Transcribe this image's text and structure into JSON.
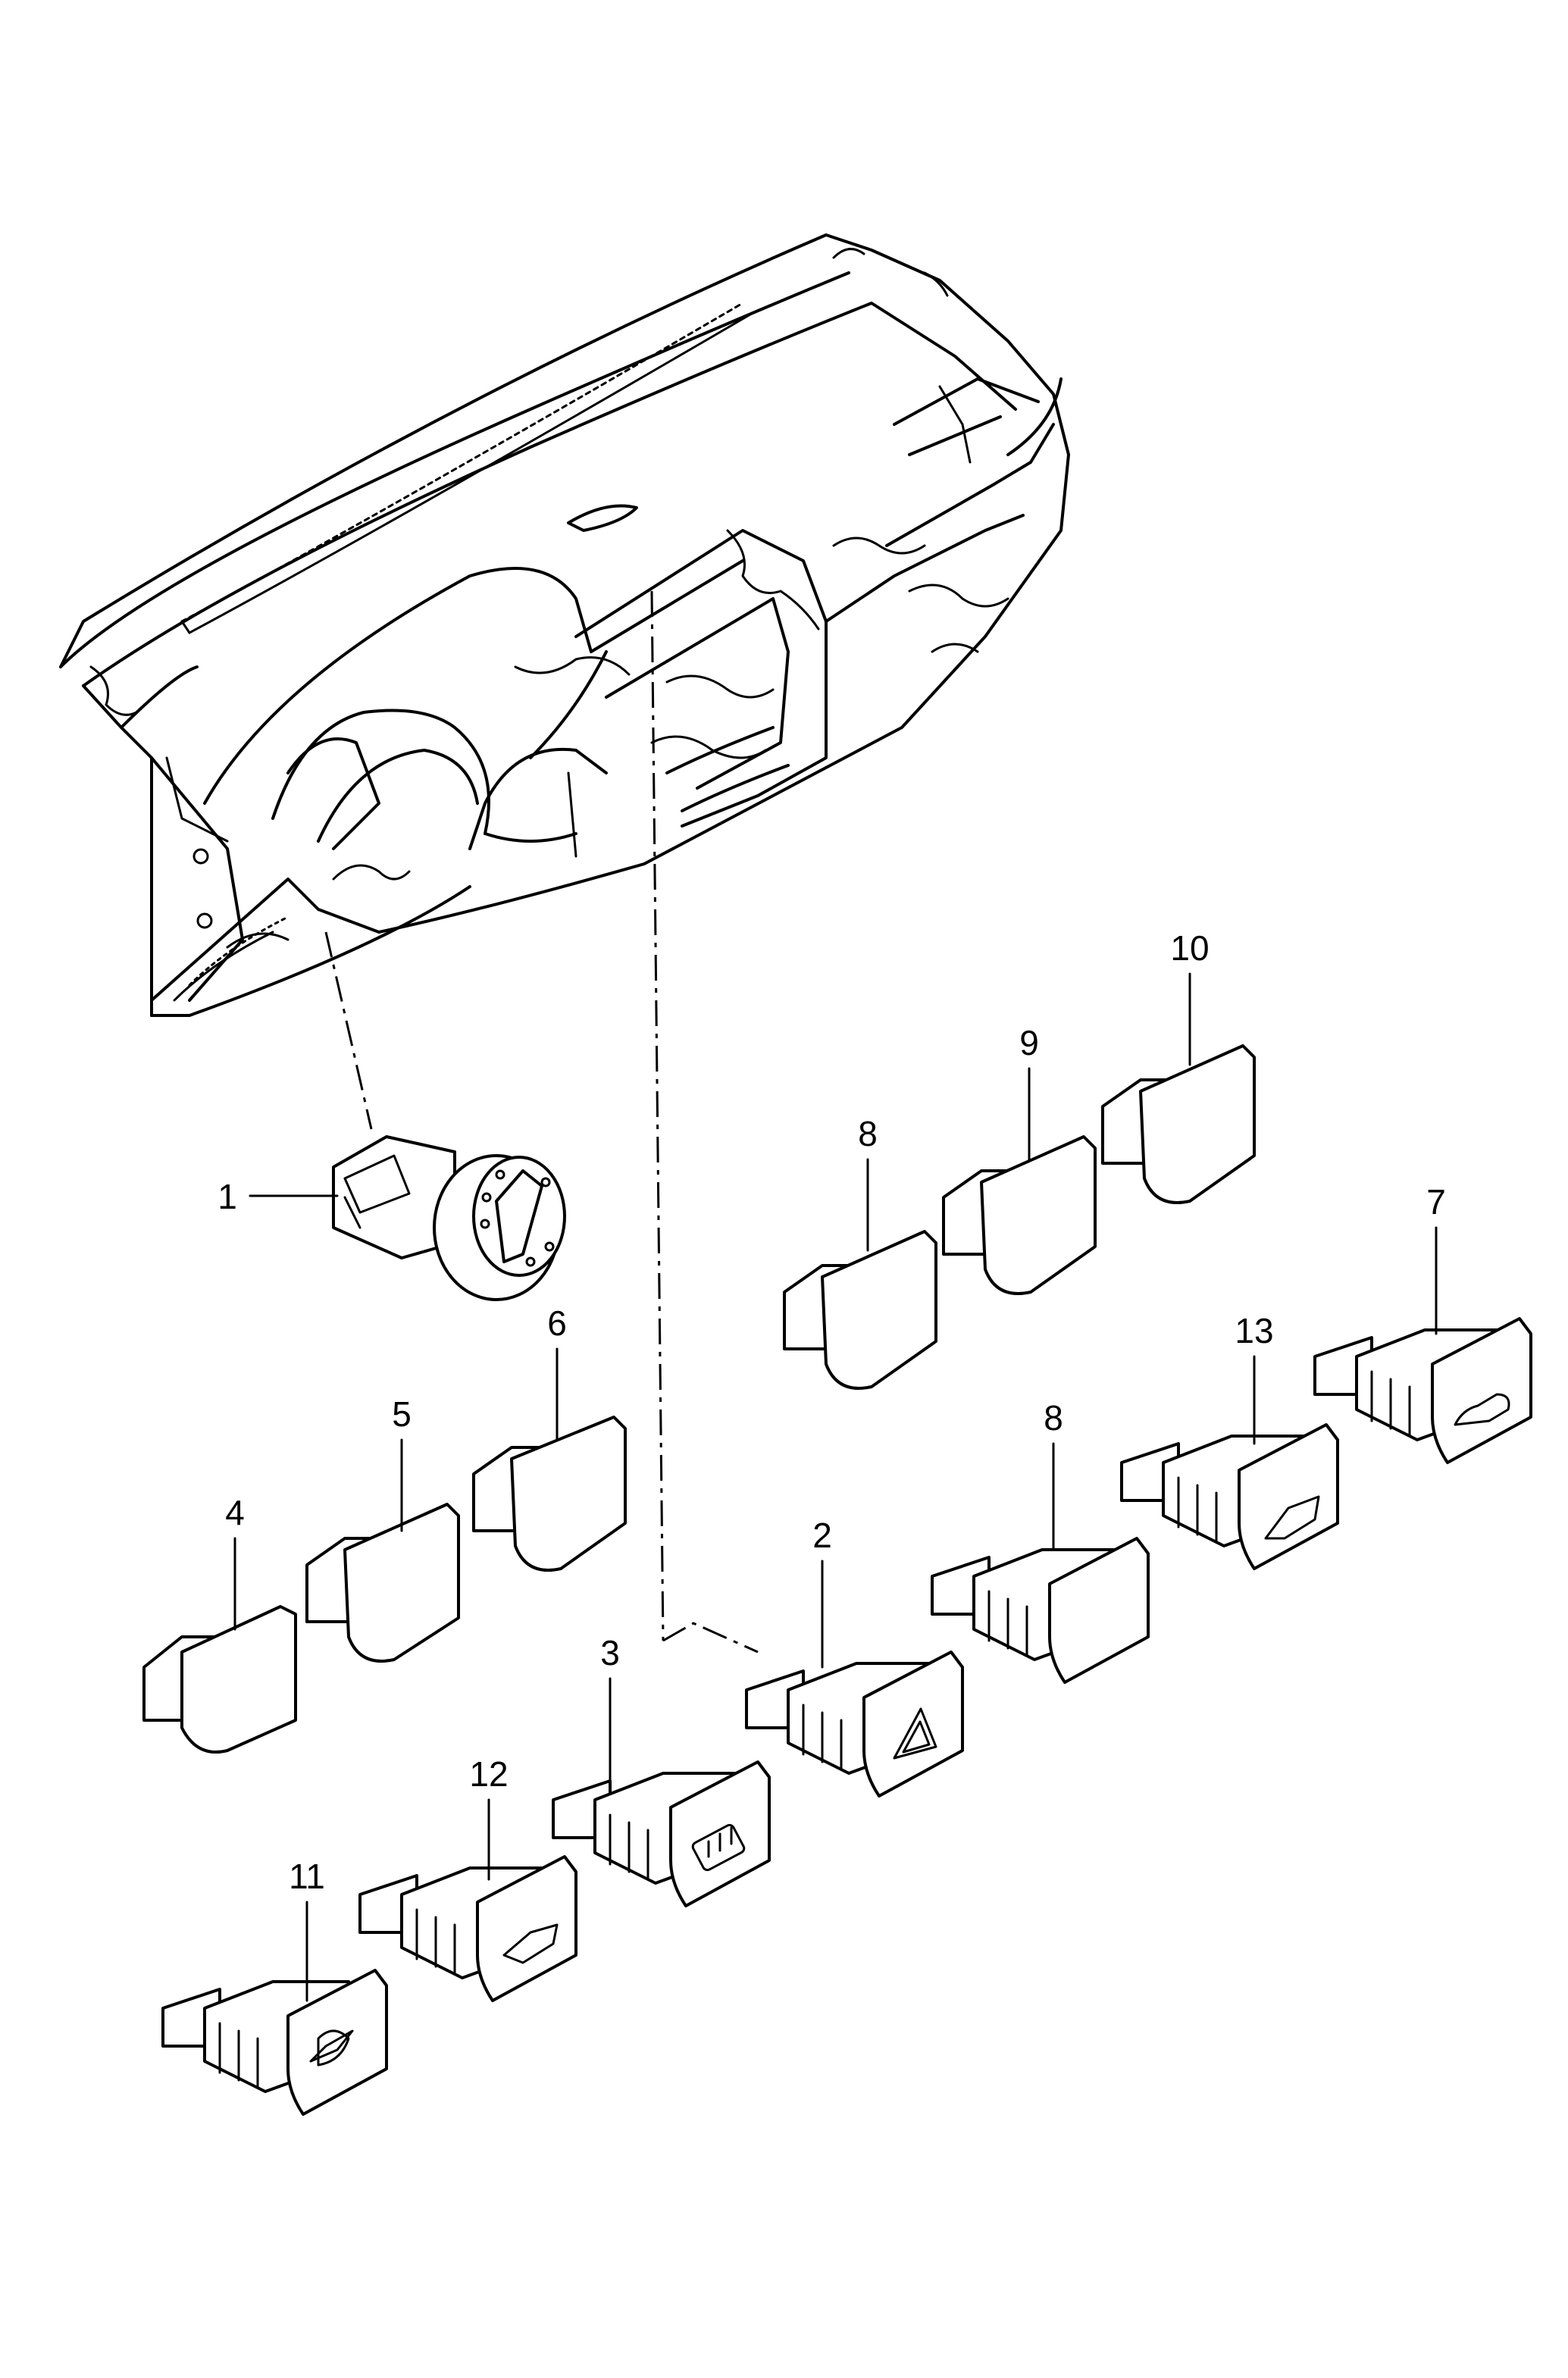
{
  "callouts": {
    "c1": "1",
    "c2": "2",
    "c3": "3",
    "c4": "4",
    "c5": "5",
    "c6": "6",
    "c7": "7",
    "c8a": "8",
    "c8b": "8",
    "c9": "9",
    "c10": "10",
    "c11": "11",
    "c12": "12",
    "c13": "13"
  },
  "icons": {
    "part1": "light-switch-icon",
    "part2": "hazard-warning-icon",
    "part3": "rear-window-defrost-icon",
    "part7": "car-rear-lid-icon",
    "part11": "fuel-flap-icon",
    "part12": "rear-lid-release-icon",
    "part13": "rear-lid-release-icon"
  }
}
